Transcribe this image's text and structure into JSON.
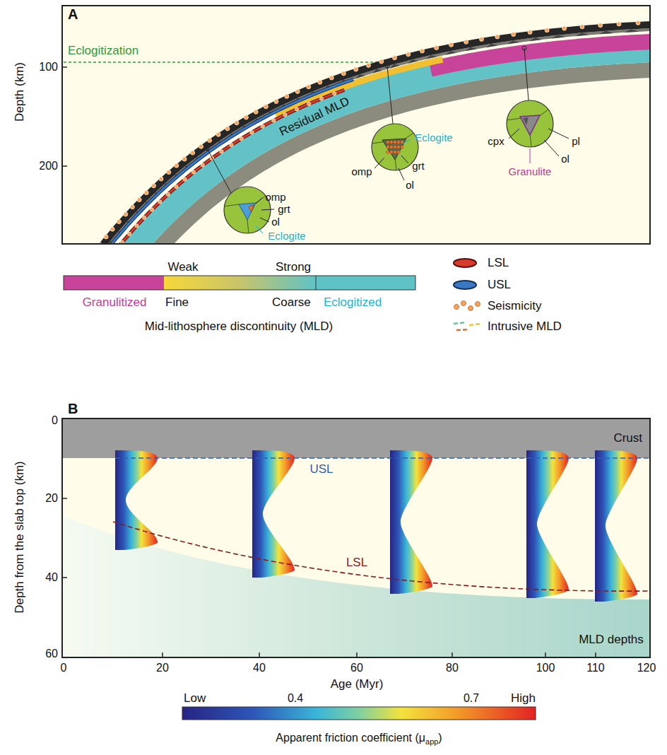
{
  "diagram": {
    "nodes": [
      {
        "text": [
          "omp",
          "grt",
          "ol",
          "Eclogite"
        ]
      },
      {
        "text": [
          "Eclogite",
          "grt",
          "omp",
          "ol"
        ]
      },
      {
        "text": [
          "cpx",
          "pl",
          "Granulite",
          "ol"
        ]
      },
      {
        "text": [
          "Crust"
        ]
      },
      {
        "text": [
          "MLD depths"
        ]
      }
    ],
    "labels": [
      "A",
      "Depth (km)",
      "100",
      "200",
      "Eclogitization",
      "Residual MLD",
      "Weak",
      "Strong",
      "Granulitized",
      "Fine",
      "Coarse",
      "Eclogitized",
      "Mid-lithosphere discontinuity (MLD)",
      "B",
      "0",
      "20",
      "40",
      "60",
      "Depth from the slab top (km)",
      "USL",
      "LSL",
      "0",
      "20",
      "40",
      "60",
      "80",
      "100",
      "110",
      "120",
      "Age (Myr)",
      "Low",
      "0.4",
      "0.7",
      "High",
      "Apparent friction coefficient (μ",
      "app",
      ")"
    ],
    "legend": [
      {
        "text": "LSL"
      },
      {
        "text": "USL"
      },
      {
        "text": "Seismicity"
      },
      {
        "text": "Intrusive MLD"
      }
    ]
  }
}
